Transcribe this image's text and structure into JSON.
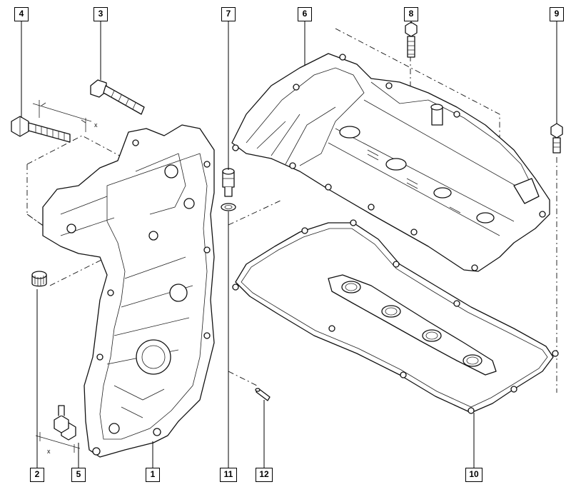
{
  "callouts": [
    {
      "id": "c4",
      "label": "4"
    },
    {
      "id": "c3",
      "label": "3"
    },
    {
      "id": "c7",
      "label": "7"
    },
    {
      "id": "c6",
      "label": "6"
    },
    {
      "id": "c8",
      "label": "8"
    },
    {
      "id": "c9",
      "label": "9"
    },
    {
      "id": "c2",
      "label": "2"
    },
    {
      "id": "c5",
      "label": "5"
    },
    {
      "id": "c1",
      "label": "1"
    },
    {
      "id": "c11",
      "label": "11"
    },
    {
      "id": "c12",
      "label": "12"
    },
    {
      "id": "c10",
      "label": "10"
    }
  ],
  "markers": {
    "torque_mark": "x"
  },
  "colors": {
    "ink": "#111111",
    "paper": "#ffffff"
  }
}
